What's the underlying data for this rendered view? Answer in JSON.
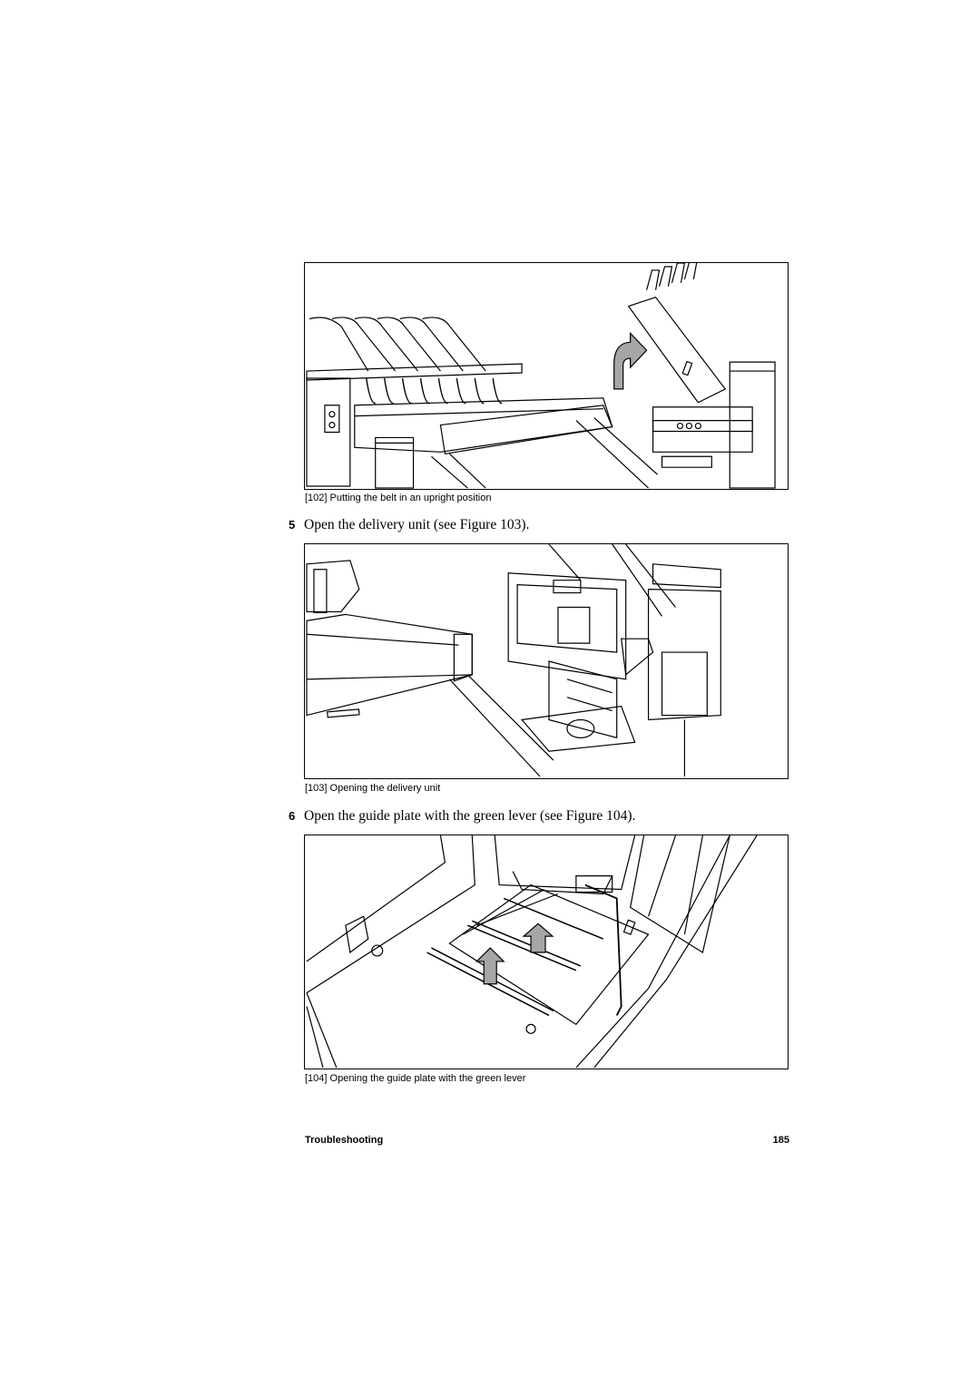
{
  "figures": [
    {
      "caption": "[102] Putting the belt in an upright position"
    },
    {
      "caption": "[103] Opening the delivery unit"
    },
    {
      "caption": "[104] Opening the guide plate with the green lever"
    }
  ],
  "steps": [
    {
      "number": "5",
      "text": "Open the delivery unit (see Figure 103)."
    },
    {
      "number": "6",
      "text": "Open the guide plate with the green lever (see Figure 104)."
    }
  ],
  "footer": {
    "section": "Troubleshooting",
    "page_number": "185"
  },
  "colors": {
    "arrow_fill": "#a6a6a6",
    "line": "#000000"
  }
}
